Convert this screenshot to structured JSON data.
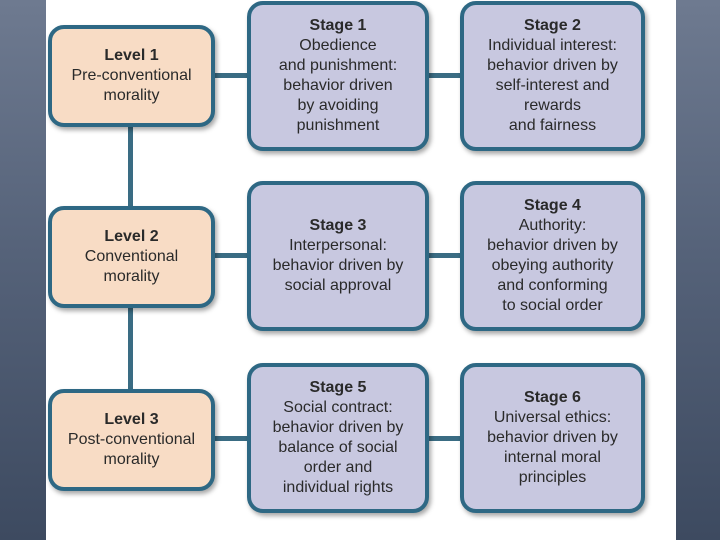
{
  "levels": [
    {
      "title": "Level 1",
      "desc": "Pre-conventional\nmorality"
    },
    {
      "title": "Level 2",
      "desc": "Conventional\nmorality"
    },
    {
      "title": "Level 3",
      "desc": "Post-conventional\nmorality"
    }
  ],
  "stages": [
    {
      "title": "Stage 1",
      "desc": "Obedience\nand punishment:\nbehavior driven\nby avoiding\npunishment"
    },
    {
      "title": "Stage 2",
      "desc": "Individual interest:\nbehavior driven by\nself-interest and\nrewards\nand fairness"
    },
    {
      "title": "Stage 3",
      "desc": "Interpersonal:\nbehavior driven by\nsocial approval"
    },
    {
      "title": "Stage 4",
      "desc": "Authority:\nbehavior driven by\nobeying authority\nand conforming\nto social order"
    },
    {
      "title": "Stage 5",
      "desc": "Social contract:\nbehavior driven by\nbalance of social\norder and\nindividual rights"
    },
    {
      "title": "Stage 6",
      "desc": "Universal ethics:\nbehavior driven by\ninternal moral\nprinciples"
    }
  ],
  "colors": {
    "level_fill": "#f8dcc5",
    "stage_fill": "#c8c8e0",
    "border": "#2e6884",
    "connector": "#3a6c83"
  }
}
